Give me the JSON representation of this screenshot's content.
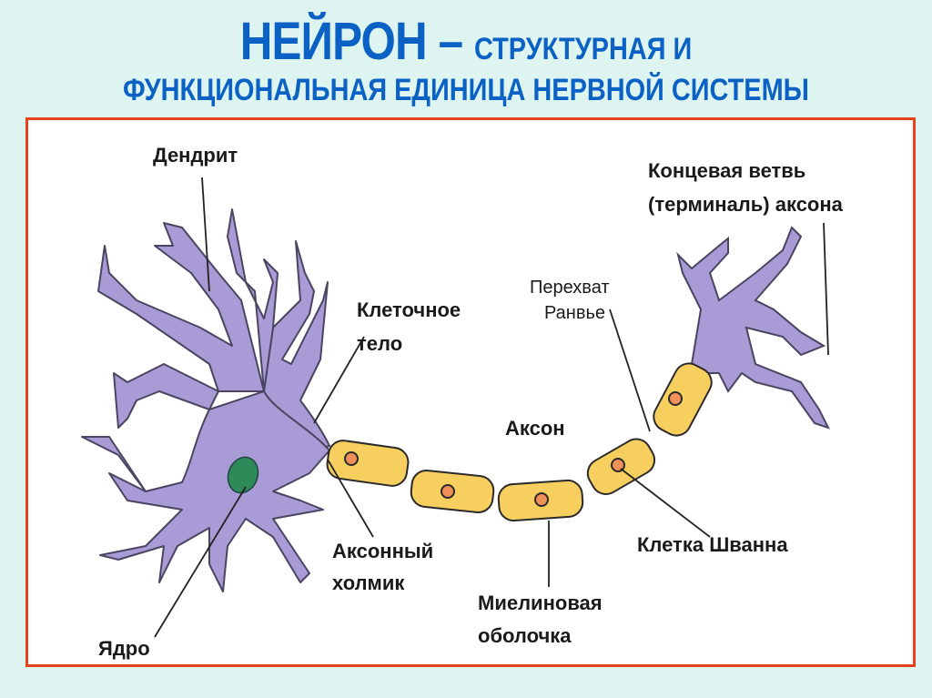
{
  "title": {
    "main": "НЕЙРОН –",
    "rest_line1": "СТРУКТУРНАЯ И",
    "line2": "ФУНКЦИОНАЛЬНАЯ ЕДИНИЦА НЕРВНОЙ СИСТЕМЫ"
  },
  "labels": {
    "dendrite": "Дендрит",
    "cell_body_1": "Клеточное",
    "cell_body_2": "тело",
    "terminal_1": "Концевая ветвь",
    "terminal_2": "(терминаль) аксона",
    "ranvier_1": "Перехват",
    "ranvier_2": "Ранвье",
    "axon": "Аксон",
    "axon_hillock_1": "Аксонный",
    "axon_hillock_2": "холмик",
    "schwann": "Клетка Шванна",
    "myelin_1": "Миелиновая",
    "myelin_2": "оболочка",
    "nucleus": "Ядро"
  },
  "colors": {
    "title": "#0b62c4",
    "frame": "#e8421c",
    "neuron": "#a99bd6",
    "myelin": "#f6cf5f",
    "schwann_nucleus": "#ef8f5a",
    "nucleus": "#2f8a5a"
  }
}
